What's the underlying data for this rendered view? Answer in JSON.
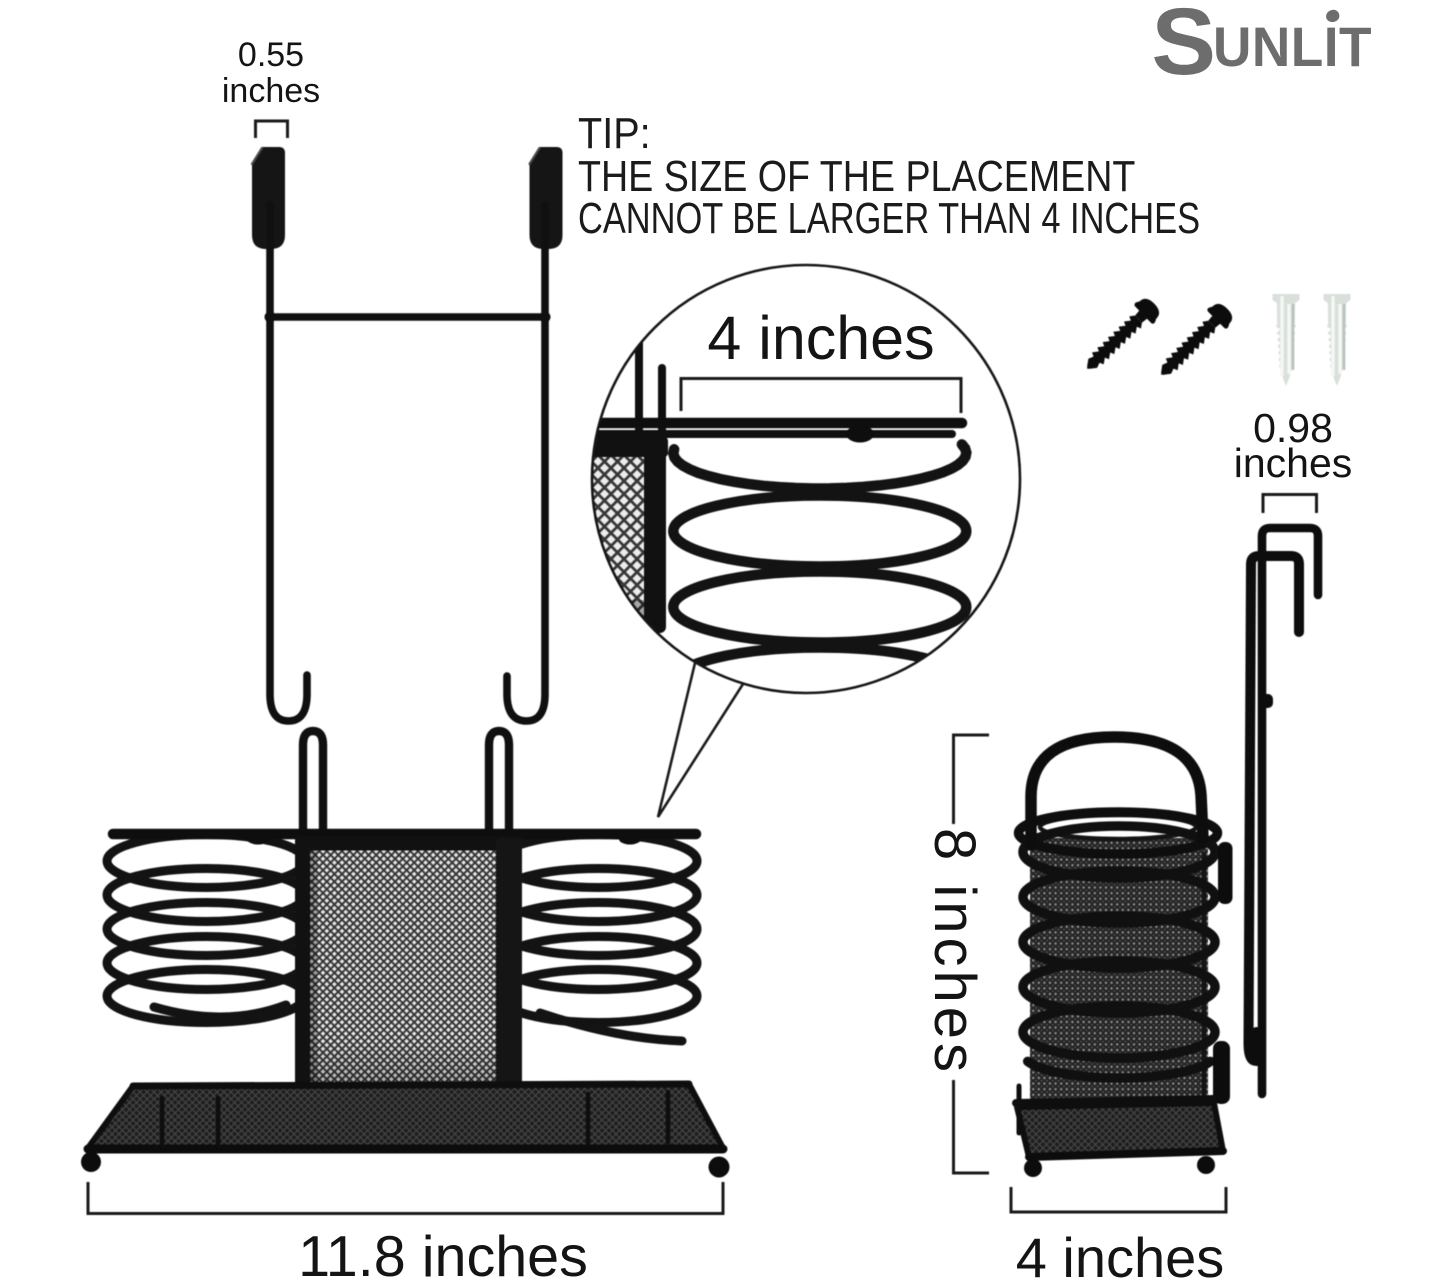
{
  "brand": {
    "name": "SUNLIT",
    "display": {
      "initial": "S",
      "mid": "UNL",
      "dotted_i": "I",
      "last": "T"
    }
  },
  "tip": {
    "heading": "TIP:",
    "line1": "THE SIZE OF THE PLACEMENT",
    "line2": "CANNOT BE LARGER THAN 4 INCHES"
  },
  "dimensions": {
    "hook_slot_width": {
      "value": "0.55",
      "unit": "inches"
    },
    "placement_opening": {
      "label": "4 inches"
    },
    "door_hook_clearance": {
      "value": "0.98",
      "unit": "inches"
    },
    "base_width": {
      "label": "11.8 inches"
    },
    "side_height": {
      "label": "8 inches"
    },
    "side_depth": {
      "label": "4 inches"
    }
  },
  "colors": {
    "background": "#ffffff",
    "metal": "#131313",
    "text": "#141414",
    "logo": "#6d6d6d",
    "anchor_plug": "#d9e0da"
  }
}
